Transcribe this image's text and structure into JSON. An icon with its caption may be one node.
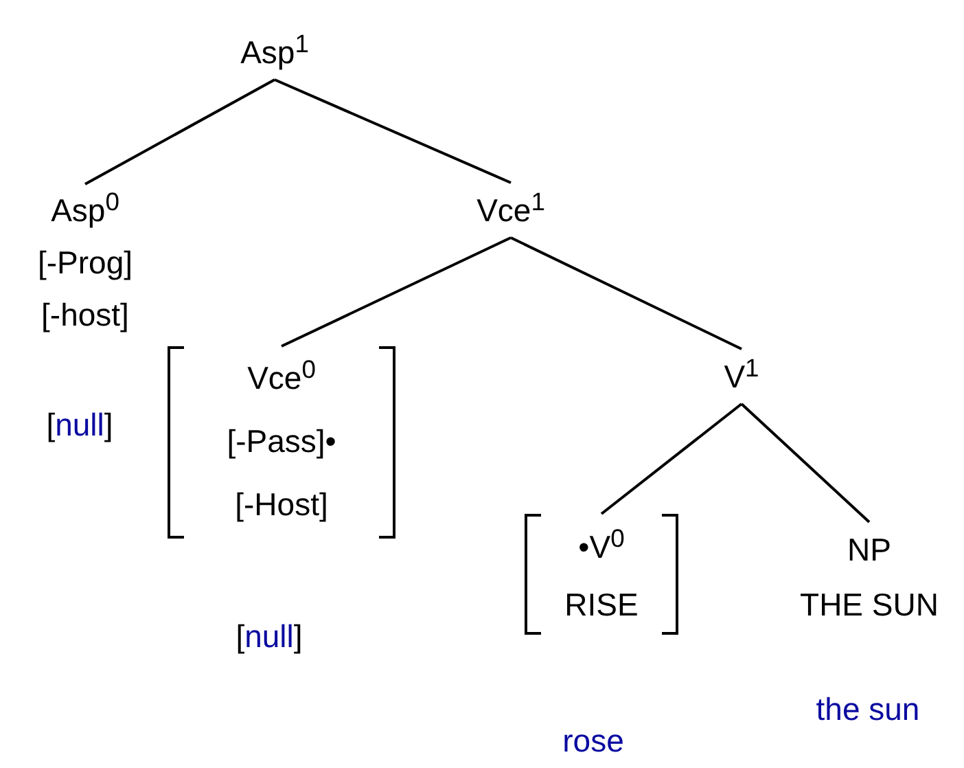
{
  "diagram": {
    "nodes": [
      {
        "text": [
          "Asp$^{1}$"
        ]
      },
      {
        "text": [
          "Asp$^{0}$",
          "[-Prog]",
          "[-host]"
        ],
        "beside": [
          "[null]"
        ]
      },
      {
        "text": [
          "Vce$^{1}$"
        ]
      },
      {
        "text": [
          "Vce$^{0}$",
          "[-Pass]•",
          "[-Host]"
        ],
        "beside": [
          "[null]"
        ]
      },
      {
        "text": [
          "V$^{1}$"
        ]
      },
      {
        "text": [
          "•V$^{0}$",
          "RISE"
        ],
        "beside": [
          "rose"
        ]
      },
      {
        "text": [
          "NP",
          "THE SUN"
        ],
        "beside": [
          "the sun"
        ]
      }
    ],
    "edges": [
      {
        "from": 0,
        "to": 1,
        "arrow": "none"
      },
      {
        "from": 0,
        "to": 2,
        "arrow": "none"
      },
      {
        "from": 2,
        "to": 3,
        "arrow": "none"
      },
      {
        "from": 2,
        "to": 4,
        "arrow": "none"
      },
      {
        "from": 4,
        "to": 5,
        "arrow": "none"
      },
      {
        "from": 4,
        "to": 6,
        "arrow": "none"
      }
    ]
  }
}
